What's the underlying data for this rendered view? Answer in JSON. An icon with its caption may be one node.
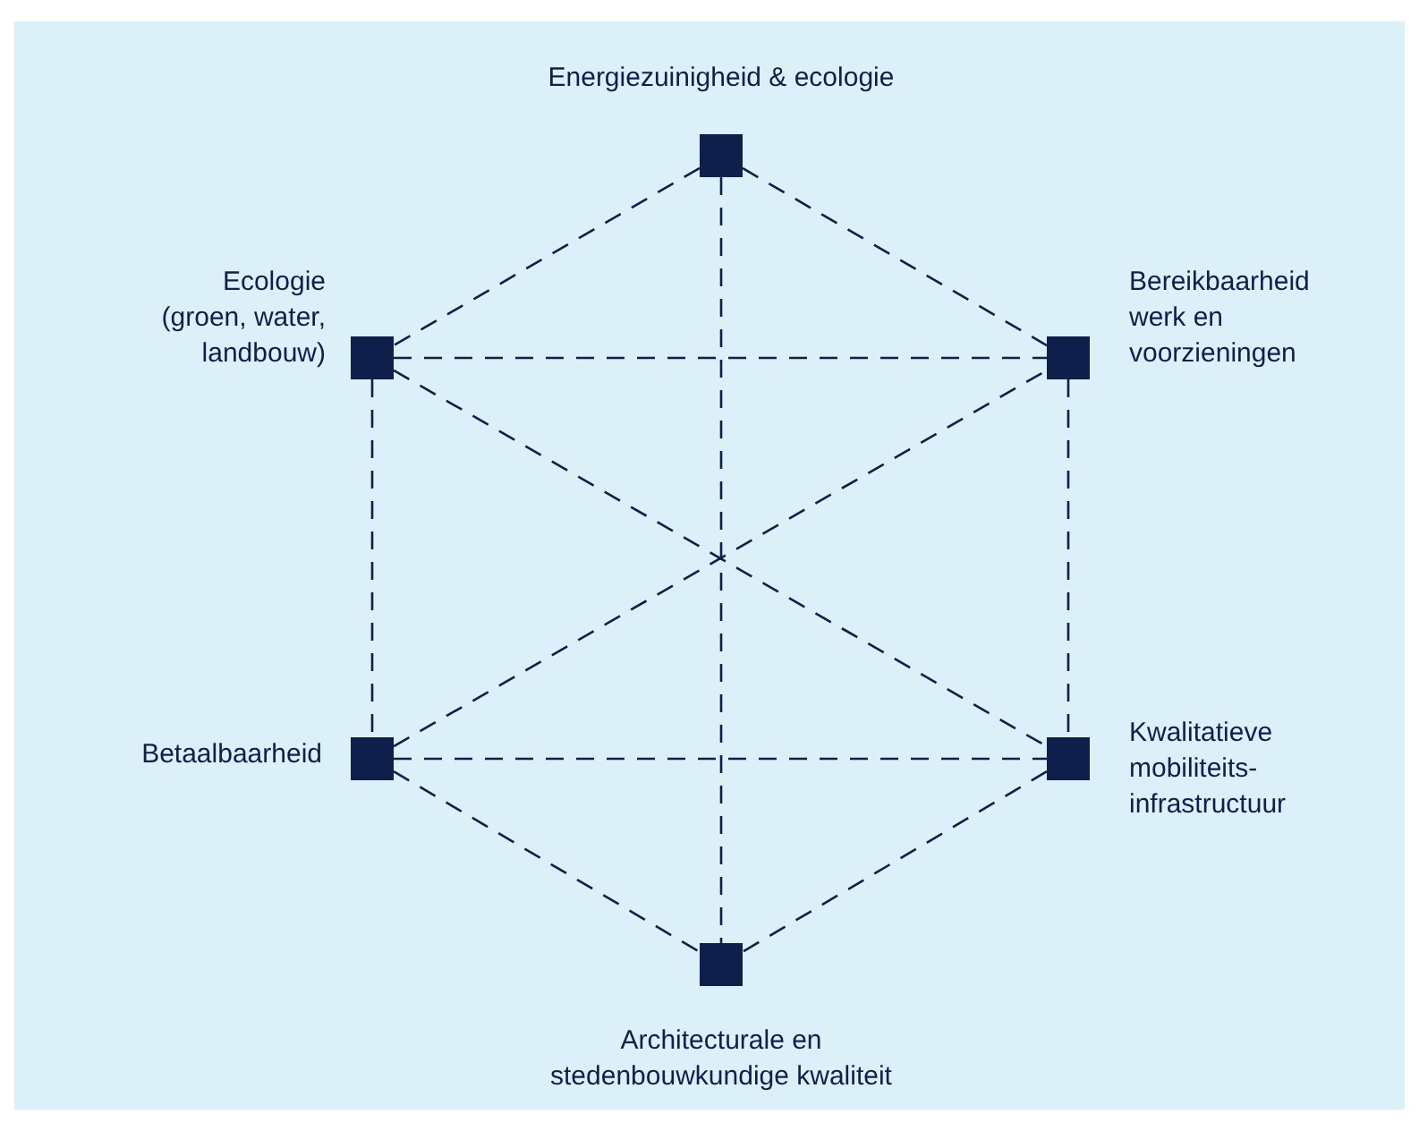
{
  "diagram": {
    "nodes": [
      {
        "text": [],
        "shape": "box",
        "beside": [
          "Energiezuinigheid & ecologie"
        ]
      },
      {
        "text": [],
        "shape": "box",
        "beside": [
          "Ecologie (groen, water, landbouw)"
        ]
      },
      {
        "text": [],
        "shape": "box",
        "beside": [
          "Bereikbaarheid werk en voorzieningen"
        ]
      },
      {
        "text": [],
        "shape": "box",
        "beside": [
          "Betaalbaarheid"
        ]
      },
      {
        "text": [],
        "shape": "box",
        "beside": [
          "Kwalitatieve mobiliteits-infrastructuur"
        ]
      },
      {
        "text": [],
        "shape": "box",
        "beside": [
          "Architecturale en stedenbouwkundige kwaliteit"
        ]
      }
    ],
    "edges": [
      {
        "from": 0,
        "to": 1,
        "arrow": "none",
        "style": "dashed"
      },
      {
        "from": 0,
        "to": 2,
        "arrow": "none",
        "style": "dashed"
      },
      {
        "from": 0,
        "to": 5,
        "arrow": "none",
        "style": "dashed"
      },
      {
        "from": 1,
        "to": 2,
        "arrow": "none",
        "style": "dashed"
      },
      {
        "from": 1,
        "to": 3,
        "arrow": "none",
        "style": "dashed"
      },
      {
        "from": 1,
        "to": 4,
        "arrow": "none",
        "style": "dashed"
      },
      {
        "from": 2,
        "to": 4,
        "arrow": "none",
        "style": "dashed"
      },
      {
        "from": 3,
        "to": 2,
        "arrow": "none",
        "style": "dashed"
      },
      {
        "from": 3,
        "to": 4,
        "arrow": "none",
        "style": "dashed"
      },
      {
        "from": 3,
        "to": 5,
        "arrow": "none",
        "style": "dashed"
      },
      {
        "from": 4,
        "to": 5,
        "arrow": "none",
        "style": "dashed"
      }
    ]
  }
}
